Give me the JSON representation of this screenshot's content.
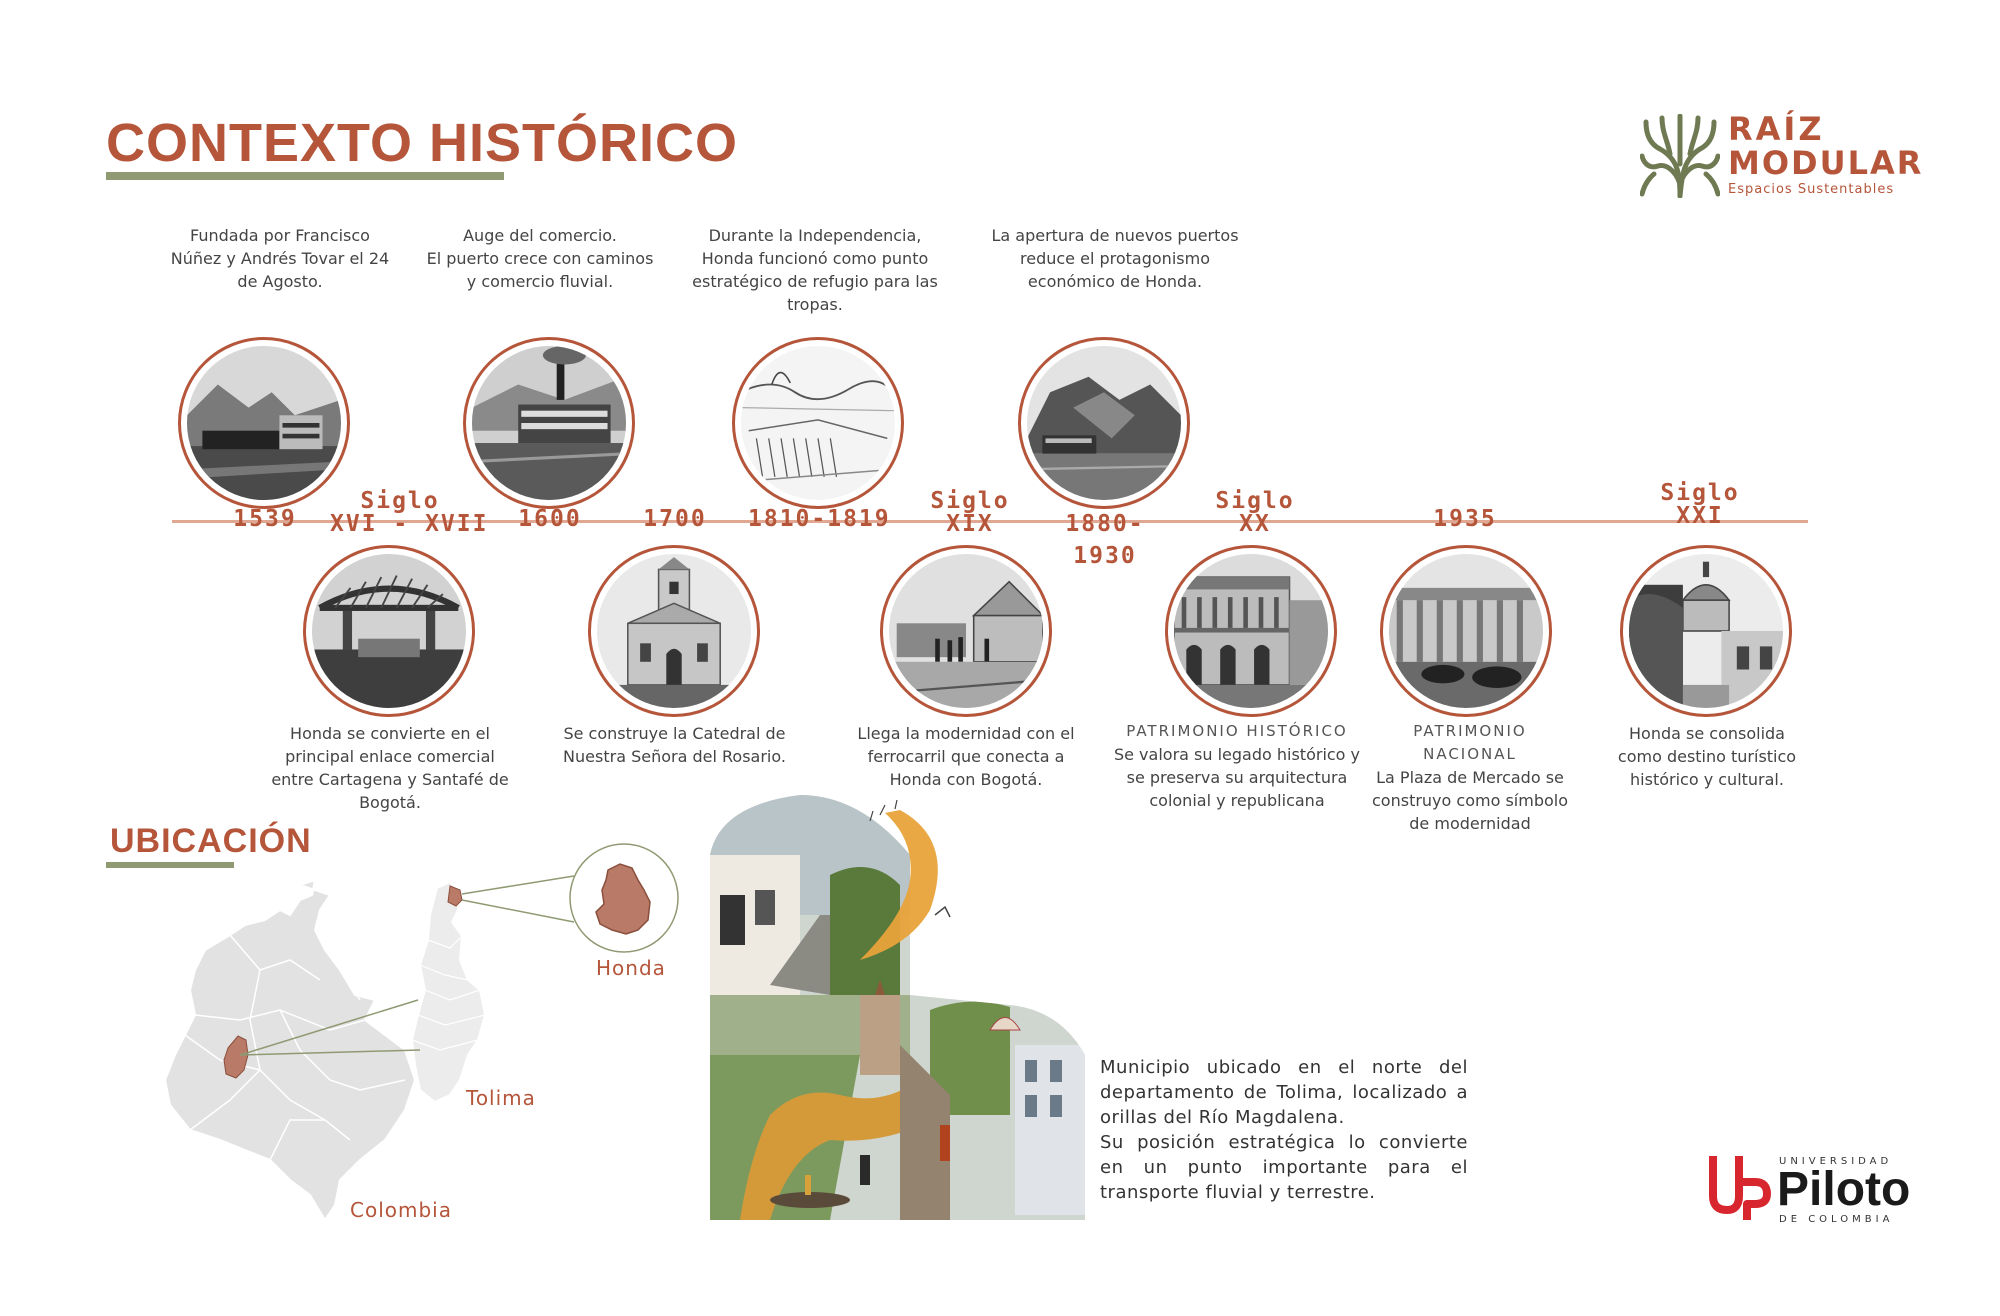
{
  "header": {
    "title": "CONTEXTO HISTÓRICO"
  },
  "brand": {
    "line1": "RAÍZ",
    "line2": "MODULAR",
    "tagline": "Espacios Sustentables"
  },
  "timeline": {
    "top": [
      {
        "year": "1539",
        "desc": "Fundada por Francisco Núñez y Andrés Tovar el 24 de Agosto.",
        "photo": "river-port-photo"
      },
      {
        "year": "1600",
        "desc": "Auge del comercio.\nEl puerto crece con caminos y comercio fluvial.",
        "photo": "steamboat-photo"
      },
      {
        "year": "1810-1819",
        "desc": "Durante la Independencia, Honda funcionó como punto estratégico de refugio para las tropas.",
        "photo": "sketch-photo"
      },
      {
        "year": "1880-\n1930",
        "desc": "La apertura de nuevos puertos reduce el protagonismo económico de Honda.",
        "photo": "hillside-port-photo"
      }
    ],
    "bottom": [
      {
        "year": "Siglo\nXVI - XVII",
        "desc": "Honda se convierte en el principal enlace comercial entre Cartagena y Santafé de Bogotá.",
        "photo": "bridge-photo"
      },
      {
        "year": "1700",
        "desc": "Se construye la Catedral de Nuestra Señora del Rosario.",
        "photo": "cathedral-photo"
      },
      {
        "year": "Siglo\nXIX",
        "desc": "Llega la modernidad con el ferrocarril que conecta a Honda con Bogotá.",
        "photo": "railway-station-photo"
      },
      {
        "year": "Siglo\nXX",
        "category": "PATRIMONIO HISTÓRICO",
        "desc": "Se valora su legado histórico y se preserva su arquitectura colonial y republicana",
        "photo": "colonial-building-photo"
      },
      {
        "year": "1935",
        "category": "PATRIMONIO NACIONAL",
        "desc": "La Plaza de Mercado se construyo como símbolo de modernidad",
        "photo": "market-plaza-photo"
      },
      {
        "year": "Siglo\nXXI",
        "desc": "Honda se consolida como destino turístico histórico y cultural.",
        "photo": "dome-street-photo"
      }
    ]
  },
  "location": {
    "title": "UBICACIÓN",
    "labels": {
      "honda": "Honda",
      "tolima": "Tolima",
      "colombia": "Colombia"
    },
    "description": "Municipio ubicado en el norte del departamento de Tolima, localizado a orillas del Río Magdalena.\nSu posición estratégica lo convierte en un punto importante para el transporte fluvial y terrestre."
  },
  "university": {
    "small_top": "UNIVERSIDAD",
    "name": "Piloto",
    "small_bottom": "DE COLOMBIA"
  },
  "colors": {
    "accent": "#b5553a",
    "olive": "#8f9a73",
    "timeline": "#e0a892",
    "brand_red": "#d8262e"
  }
}
